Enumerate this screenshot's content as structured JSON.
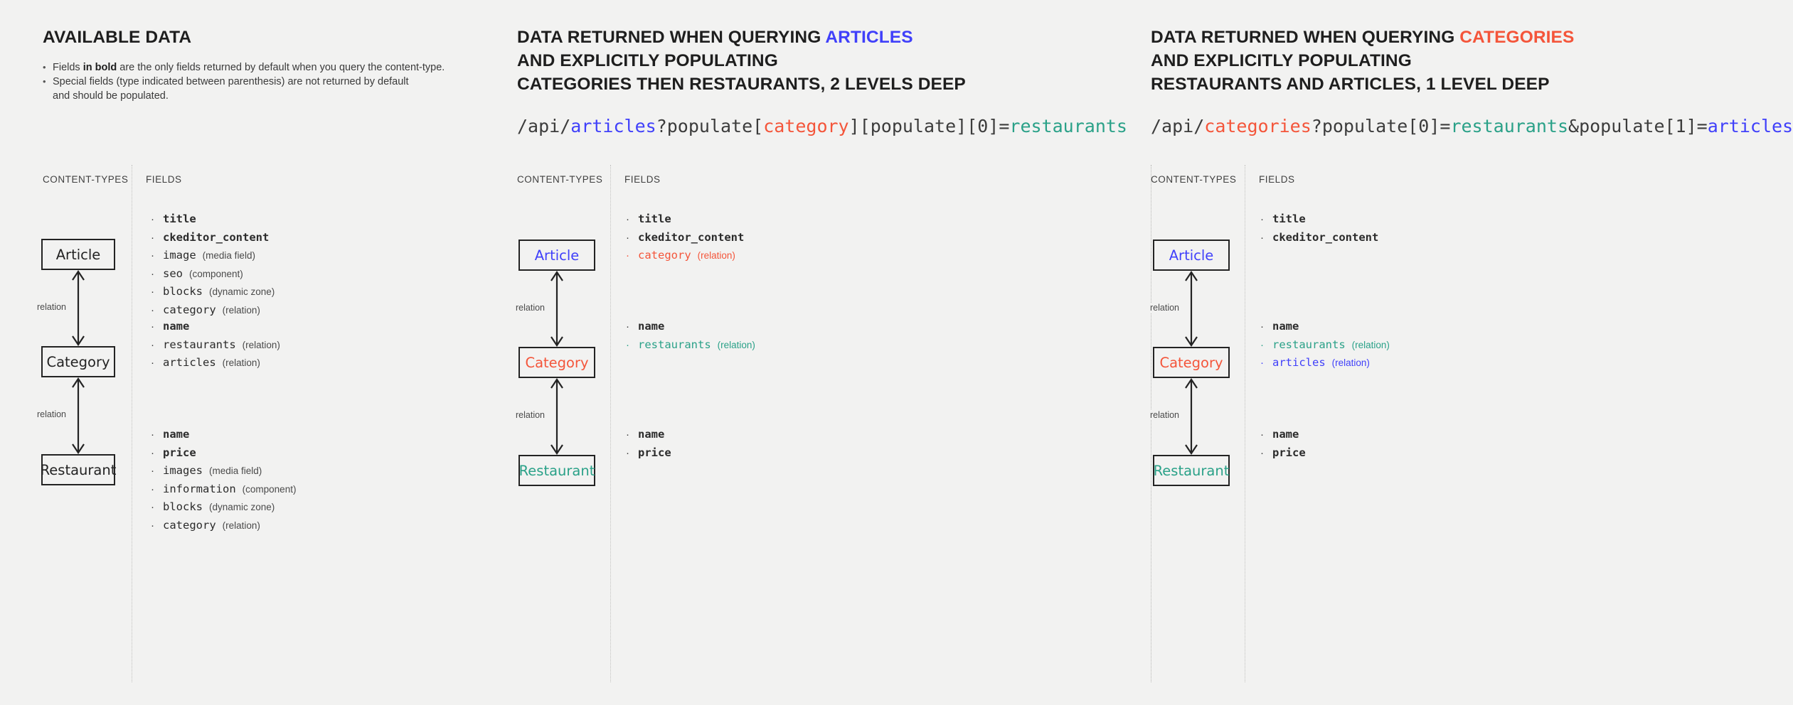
{
  "colors": {
    "background": "#f2f2f1",
    "ink": "#232323",
    "blue": "#4040fa",
    "red": "#f4553a",
    "teal": "#2aa188"
  },
  "column_headings": {
    "content_types": "CONTENT-TYPES",
    "fields": "FIELDS"
  },
  "relation_label": "relation",
  "panels": [
    {
      "title_lines": [
        "AVAILABLE DATA"
      ],
      "bullets": [
        "Fields in bold are the only fields returned by default when you query the content-type.",
        "Special fields (type indicated between parenthesis) are not returned by default\nand should be populated."
      ],
      "api_url": "",
      "nodes": [
        {
          "label": "Article",
          "color": "ink"
        },
        {
          "label": "Category",
          "color": "ink"
        },
        {
          "label": "Restaurant",
          "color": "ink"
        }
      ],
      "field_groups": [
        [
          {
            "name": "title",
            "type": "",
            "bold": true,
            "color": "ink"
          },
          {
            "name": "ckeditor_content",
            "type": "",
            "bold": true,
            "color": "ink"
          },
          {
            "name": "image",
            "type": "(media field)",
            "bold": false,
            "color": "ink"
          },
          {
            "name": "seo",
            "type": "(component)",
            "bold": false,
            "color": "ink"
          },
          {
            "name": "blocks",
            "type": "(dynamic zone)",
            "bold": false,
            "color": "ink"
          },
          {
            "name": "category",
            "type": "(relation)",
            "bold": false,
            "color": "ink"
          }
        ],
        [
          {
            "name": "name",
            "type": "",
            "bold": true,
            "color": "ink"
          },
          {
            "name": "restaurants",
            "type": "(relation)",
            "bold": false,
            "color": "ink"
          },
          {
            "name": "articles",
            "type": "(relation)",
            "bold": false,
            "color": "ink"
          }
        ],
        [
          {
            "name": "name",
            "type": "",
            "bold": true,
            "color": "ink"
          },
          {
            "name": "price",
            "type": "",
            "bold": true,
            "color": "ink"
          },
          {
            "name": "images",
            "type": "(media field)",
            "bold": false,
            "color": "ink"
          },
          {
            "name": "information",
            "type": "(component)",
            "bold": false,
            "color": "ink"
          },
          {
            "name": "blocks",
            "type": "(dynamic zone)",
            "bold": false,
            "color": "ink"
          },
          {
            "name": "category",
            "type": "(relation)",
            "bold": false,
            "color": "ink"
          }
        ]
      ]
    },
    {
      "title_lines": [
        "DATA RETURNED WHEN QUERYING ARTICLES",
        "AND EXPLICITLY POPULATING",
        "CATEGORIES THEN RESTAURANTS, 2 LEVELS DEEP"
      ],
      "title_highlight": {
        "text": "ARTICLES",
        "color": "blue"
      },
      "bullets": [],
      "api_url": "/api/articles?populate[category][populate][0]=restaurants",
      "api_url_parts": [
        {
          "t": "/api/",
          "c": "ink"
        },
        {
          "t": "articles",
          "c": "blue"
        },
        {
          "t": "?populate[",
          "c": "ink"
        },
        {
          "t": "category",
          "c": "red"
        },
        {
          "t": "][populate][0]=",
          "c": "ink"
        },
        {
          "t": "restaurants",
          "c": "teal"
        }
      ],
      "nodes": [
        {
          "label": "Article",
          "color": "blue"
        },
        {
          "label": "Category",
          "color": "red"
        },
        {
          "label": "Restaurant",
          "color": "teal"
        }
      ],
      "field_groups": [
        [
          {
            "name": "title",
            "type": "",
            "bold": true,
            "color": "ink"
          },
          {
            "name": "ckeditor_content",
            "type": "",
            "bold": true,
            "color": "ink"
          },
          {
            "name": "category",
            "type": "(relation)",
            "bold": false,
            "color": "red"
          }
        ],
        [
          {
            "name": "name",
            "type": "",
            "bold": true,
            "color": "ink"
          },
          {
            "name": "restaurants",
            "type": "(relation)",
            "bold": false,
            "color": "teal"
          }
        ],
        [
          {
            "name": "name",
            "type": "",
            "bold": true,
            "color": "ink"
          },
          {
            "name": "price",
            "type": "",
            "bold": true,
            "color": "ink"
          }
        ]
      ]
    },
    {
      "title_lines": [
        "DATA RETURNED WHEN QUERYING CATEGORIES",
        "AND EXPLICITLY POPULATING",
        "RESTAURANTS AND ARTICLES, 1 LEVEL DEEP"
      ],
      "title_highlight": {
        "text": "CATEGORIES",
        "color": "red"
      },
      "bullets": [],
      "api_url": "/api/categories?populate[0]=restaurants&populate[1]=articles",
      "api_url_parts": [
        {
          "t": "/api/",
          "c": "ink"
        },
        {
          "t": "categories",
          "c": "red"
        },
        {
          "t": "?populate[0]=",
          "c": "ink"
        },
        {
          "t": "restaurants",
          "c": "teal"
        },
        {
          "t": "&populate[1]=",
          "c": "ink"
        },
        {
          "t": "articles",
          "c": "blue"
        }
      ],
      "nodes": [
        {
          "label": "Article",
          "color": "blue"
        },
        {
          "label": "Category",
          "color": "red"
        },
        {
          "label": "Restaurant",
          "color": "teal"
        }
      ],
      "field_groups": [
        [
          {
            "name": "title",
            "type": "",
            "bold": true,
            "color": "ink"
          },
          {
            "name": "ckeditor_content",
            "type": "",
            "bold": true,
            "color": "ink"
          }
        ],
        [
          {
            "name": "name",
            "type": "",
            "bold": true,
            "color": "ink"
          },
          {
            "name": "restaurants",
            "type": "(relation)",
            "bold": false,
            "color": "teal"
          },
          {
            "name": "articles",
            "type": "(relation)",
            "bold": false,
            "color": "blue"
          }
        ],
        [
          {
            "name": "name",
            "type": "",
            "bold": true,
            "color": "ink"
          },
          {
            "name": "price",
            "type": "",
            "bold": true,
            "color": "ink"
          }
        ]
      ]
    }
  ]
}
